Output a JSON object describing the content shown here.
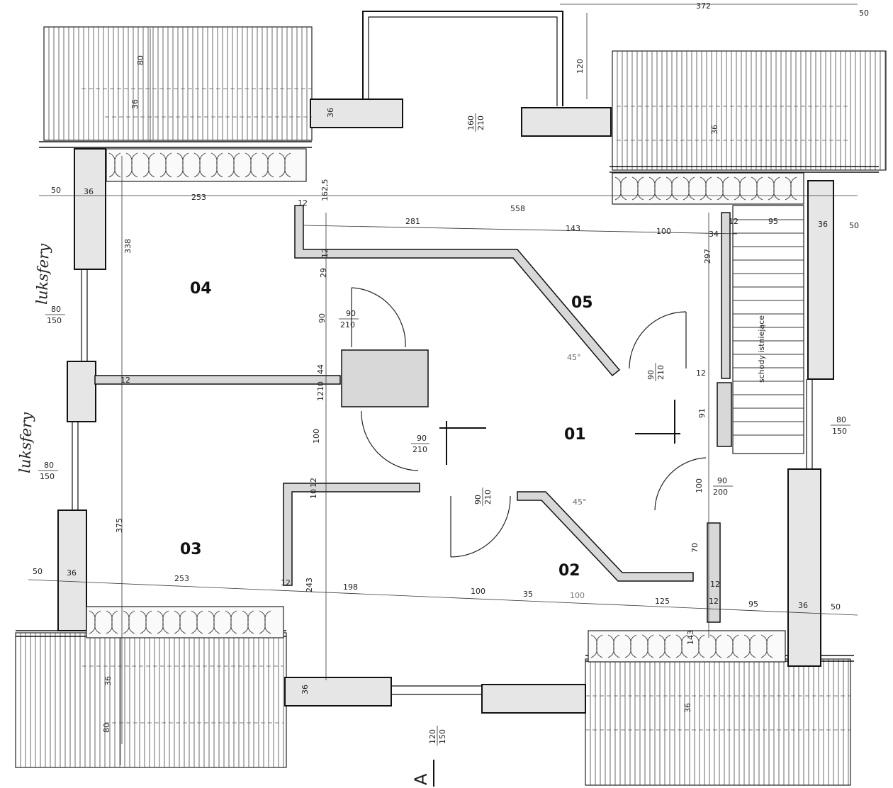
{
  "rooms": [
    "04",
    "05",
    "01",
    "03",
    "02"
  ],
  "handwritten": [
    "luksfery",
    "luksfery"
  ],
  "stairs_label": "schody istniejące",
  "section_marker": "A",
  "doors": [
    {
      "w": "160",
      "h": "210"
    },
    {
      "w": "90",
      "h": "210"
    },
    {
      "w": "90",
      "h": "210"
    },
    {
      "w": "90",
      "h": "210"
    },
    {
      "w": "90",
      "h": "210"
    },
    {
      "w": "90",
      "h": "200"
    }
  ],
  "windows": [
    {
      "w": "80",
      "h": "150"
    },
    {
      "w": "80",
      "h": "150"
    },
    {
      "w": "80",
      "h": "150"
    },
    {
      "w": "120",
      "h": "150"
    }
  ],
  "dimensions": {
    "top": [
      "372",
      "50",
      "120"
    ],
    "horizontal": [
      "50",
      "36",
      "253",
      "12",
      "281",
      "558",
      "143",
      "100",
      "34",
      "12",
      "95",
      "36",
      "50"
    ],
    "bottom_horizontal": [
      "50",
      "36",
      "253",
      "12",
      "198",
      "100",
      "35",
      "100",
      "125",
      "12",
      "95",
      "36",
      "50"
    ],
    "vertical_left": [
      "80",
      "36",
      "338",
      "375",
      "36",
      "80"
    ],
    "vertical_center": [
      "162,5",
      "12",
      "29",
      "90",
      "44",
      "10",
      "12",
      "100",
      "12",
      "10",
      "243"
    ],
    "vertical_right": [
      "36",
      "297",
      "91",
      "100",
      "70",
      "143",
      "36"
    ],
    "misc": [
      "36",
      "36",
      "12",
      "12",
      "12",
      "45°",
      "45°"
    ]
  }
}
